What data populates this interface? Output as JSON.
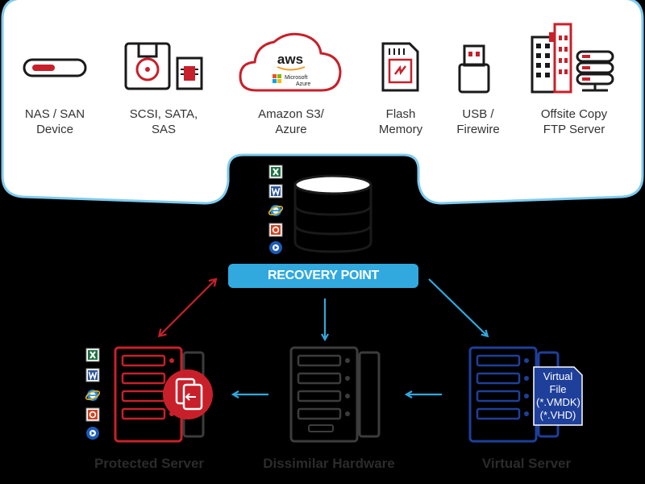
{
  "storage_targets": [
    {
      "icon": "nas-san-icon",
      "line1": "NAS / SAN",
      "line2": "Device"
    },
    {
      "icon": "scsi-sata-sas-icon",
      "line1": "SCSI, SATA,",
      "line2": "SAS"
    },
    {
      "icon": "aws-azure-cloud-icon",
      "line1": "Amazon S3/",
      "line2": "Azure"
    },
    {
      "icon": "flash-memory-icon",
      "line1": "Flash",
      "line2": "Memory"
    },
    {
      "icon": "usb-firewire-icon",
      "line1": "USB /",
      "line2": "Firewire"
    },
    {
      "icon": "offsite-ftp-icon",
      "line1": "Offsite Copy",
      "line2": "FTP Server"
    }
  ],
  "cloud_logo": {
    "aws": "aws",
    "microsoft": "Microsoft",
    "azure": "Azure"
  },
  "recovery_point": {
    "label": "RECOVERY POINT"
  },
  "servers": {
    "protected": "Protected Server",
    "dissimilar": "Dissimilar Hardware",
    "virtual": "Virtual Server"
  },
  "virtual_file": {
    "line1": "Virtual",
    "line2": "File",
    "line3": "(*.VMDK)",
    "line4": "(*.VHD)"
  },
  "app_icons": [
    "excel-icon",
    "word-icon",
    "internet-explorer-icon",
    "powerpoint-icon",
    "outlook-icon"
  ],
  "colors": {
    "accent_blue": "#31a9df",
    "protected_red": "#c8202a",
    "virtual_blue": "#1e3f9a",
    "dark_gray": "#3c3c3c",
    "panel_white": "#ffffff",
    "background": "#000000"
  }
}
